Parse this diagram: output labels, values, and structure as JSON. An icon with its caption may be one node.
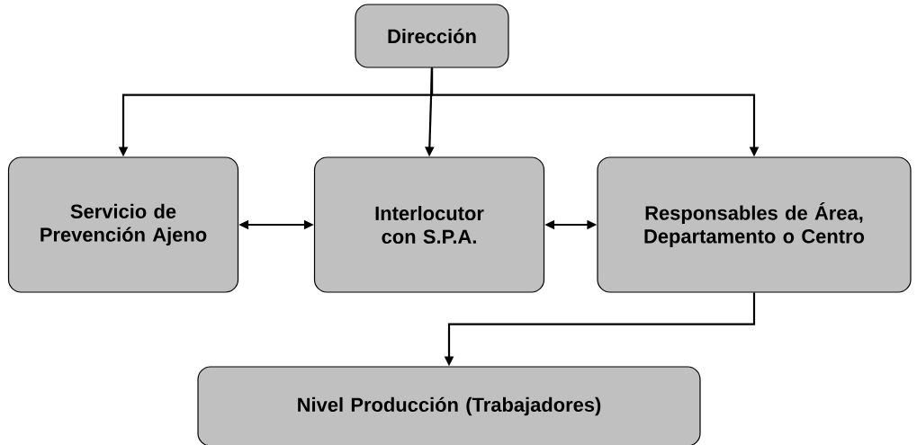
{
  "diagram": {
    "nodes": [
      {
        "text": [
          "Dirección"
        ]
      },
      {
        "text": [
          "Servicio de Prevención Ajeno"
        ]
      },
      {
        "text": [
          "Interlocutor con S.P.A."
        ]
      },
      {
        "text": [
          "Responsables de Área, Departamento o Centro"
        ]
      },
      {
        "text": [
          "Nivel Producción (Trabajadores)"
        ]
      }
    ],
    "edges": [
      {
        "from": 0,
        "to": 1,
        "arrow": "to"
      },
      {
        "from": 0,
        "to": 2,
        "arrow": "to"
      },
      {
        "from": 0,
        "to": 3,
        "arrow": "to"
      },
      {
        "from": 1,
        "to": 2,
        "arrow": "both"
      },
      {
        "from": 2,
        "to": 3,
        "arrow": "both"
      },
      {
        "from": 3,
        "to": 4,
        "arrow": "to"
      }
    ]
  }
}
